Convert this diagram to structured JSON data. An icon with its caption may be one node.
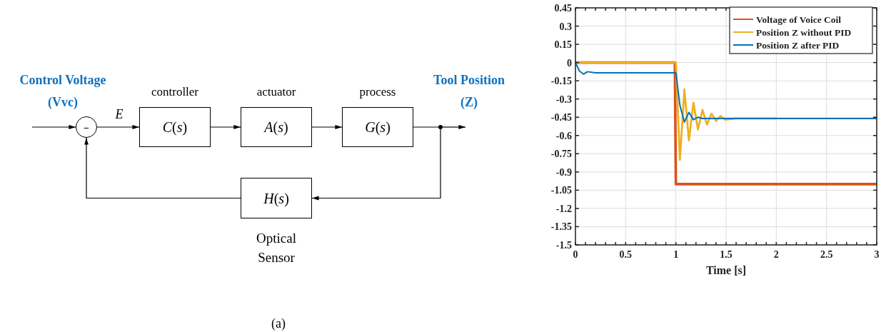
{
  "diagram": {
    "caption": "(a)",
    "nodes": [
      {
        "text": [
          "−"
        ]
      },
      {
        "text": [
          "controller",
          "*C*(*s*)"
        ]
      },
      {
        "text": [
          "actuator",
          "*A*(*s*)"
        ]
      },
      {
        "text": [
          "process",
          "*G*(*s*)"
        ]
      },
      {
        "text": [
          "*H*(*s*)"
        ],
        "beside": [
          "Optical Sensor"
        ]
      },
      {
        "text": [],
        "shape": "circle"
      }
    ],
    "edges": [
      {
        "from": null,
        "to": 0,
        "arrow": "to"
      },
      {
        "from": 0,
        "to": 1,
        "arrow": "to",
        "label": "*E*"
      },
      {
        "from": 1,
        "to": 2,
        "arrow": "to"
      },
      {
        "from": 2,
        "to": 3,
        "arrow": "to"
      },
      {
        "from": 3,
        "to": 5,
        "arrow": "none"
      },
      {
        "from": 5,
        "to": null,
        "arrow": "to"
      },
      {
        "from": 5,
        "to": 4,
        "arrow": "to"
      },
      {
        "from": 4,
        "to": 0,
        "arrow": "to"
      }
    ],
    "labels": [
      "Control Voltage (Vvc)",
      "Tool Position (Z)"
    ],
    "chart_data": {
      "type": "line",
      "xlabel": "Time [s]",
      "x": [
        0,
        0.04,
        0.08,
        0.12,
        0.2,
        0.5,
        0.99,
        1,
        1.04,
        1.085,
        1.13,
        1.175,
        1.22,
        1.265,
        1.31,
        1.355,
        1.4,
        1.445,
        1.49,
        1.6,
        2,
        2.5,
        3
      ],
      "series": [
        {
          "name": "Voltage of Voice Coil",
          "color": "#d95319",
          "values": [
            0,
            0,
            0,
            0,
            0,
            0,
            0,
            -1,
            -1,
            -1,
            -1,
            -1,
            -1,
            -1,
            -1,
            -1,
            -1,
            -1,
            -1,
            -1,
            -1,
            -1,
            -1
          ]
        },
        {
          "name": "Position Z without PID",
          "color": "#edb120",
          "values": [
            0,
            0,
            0,
            0,
            0,
            0,
            0,
            0,
            -0.8,
            -0.22,
            -0.64,
            -0.33,
            -0.55,
            -0.39,
            -0.51,
            -0.42,
            -0.48,
            -0.44,
            -0.47,
            -0.46,
            -0.46,
            null,
            null
          ]
        },
        {
          "name": "Position Z after PID",
          "color": "#0072bd",
          "values": [
            0,
            -0.07,
            -0.095,
            -0.075,
            -0.085,
            -0.085,
            -0.085,
            -0.085,
            -0.35,
            -0.49,
            -0.41,
            -0.47,
            -0.45,
            -0.46,
            -0.46,
            -0.46,
            -0.46,
            -0.46,
            -0.46,
            -0.46,
            -0.46,
            -0.46,
            -0.46
          ]
        }
      ],
      "grid": true,
      "legend": true,
      "xlim": [
        0,
        3
      ],
      "ylim": [
        -1.5,
        0.45
      ],
      "xticks": [
        0,
        0.5,
        1,
        1.5,
        2,
        2.5,
        3
      ],
      "yticks": [
        0.45,
        0.3,
        0.15,
        0,
        -0.15,
        -0.3,
        -0.45,
        -0.6,
        -0.75,
        -0.9,
        -1.05,
        -1.2,
        -1.35,
        -1.5
      ]
    }
  }
}
